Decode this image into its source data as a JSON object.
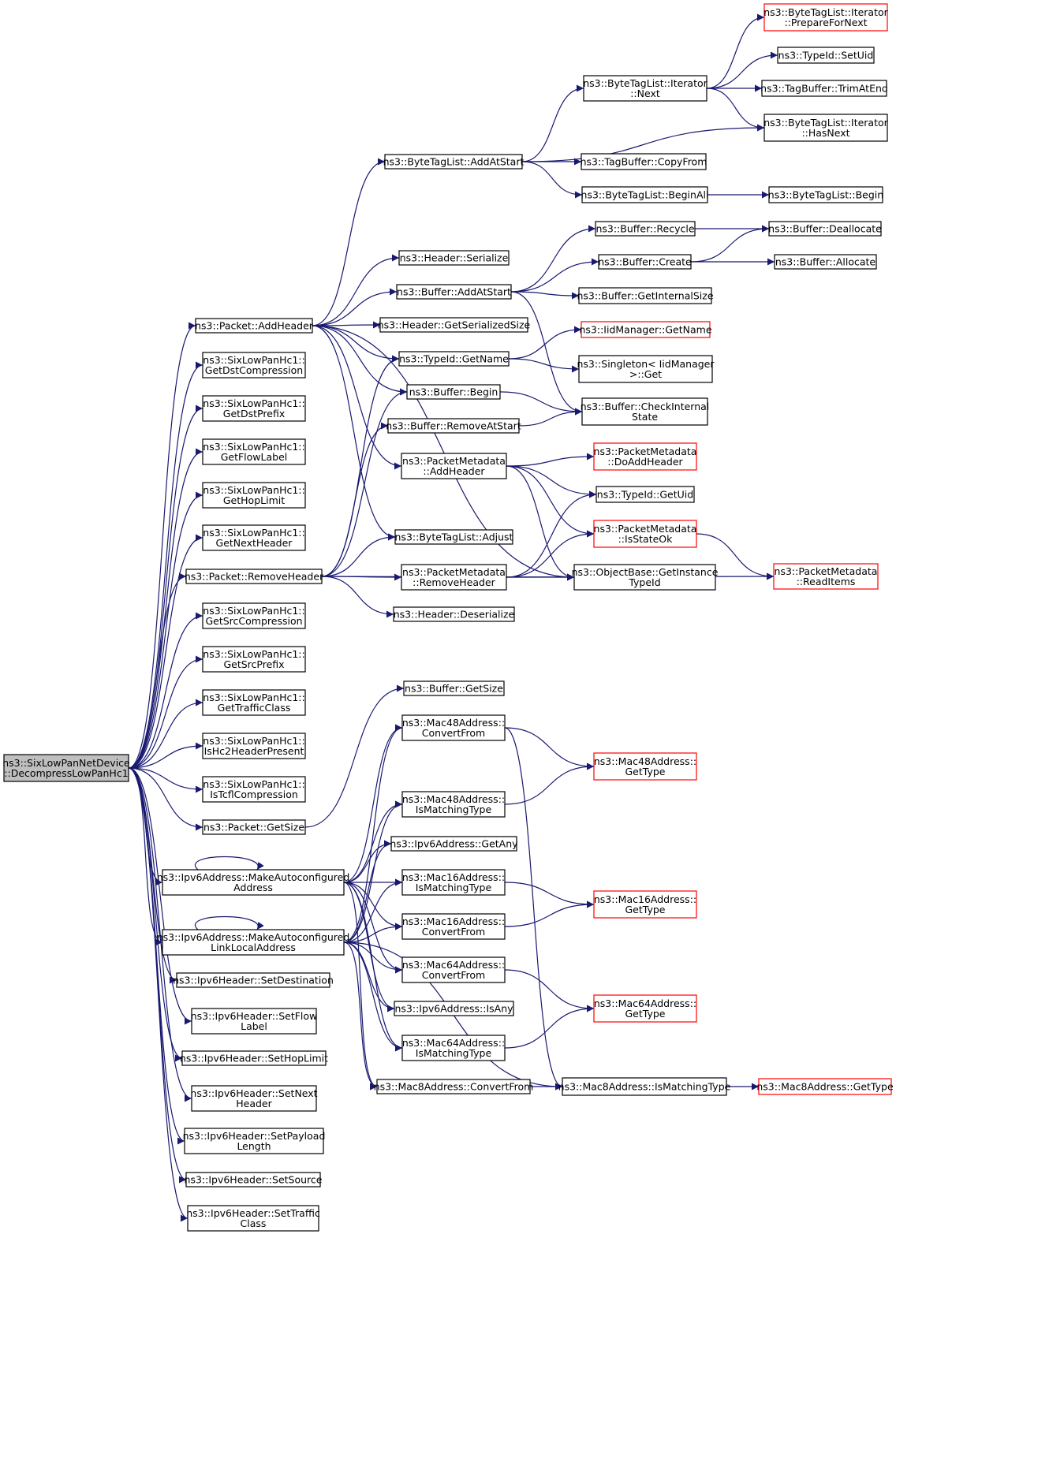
{
  "graph": {
    "nodes": [
      {
        "id": "root",
        "lines": [
          "ns3::SixLowPanNetDevice",
          "::DecompressLowPanHc1"
        ],
        "style": "gray"
      },
      {
        "id": "pkt_addheader",
        "lines": [
          "ns3::Packet::AddHeader"
        ]
      },
      {
        "id": "hc1_getdstcomp",
        "lines": [
          "ns3::SixLowPanHc1::",
          "GetDstCompression"
        ]
      },
      {
        "id": "hc1_getdstprefix",
        "lines": [
          "ns3::SixLowPanHc1::",
          "GetDstPrefix"
        ]
      },
      {
        "id": "hc1_getflowlabel",
        "lines": [
          "ns3::SixLowPanHc1::",
          "GetFlowLabel"
        ]
      },
      {
        "id": "hc1_gethoplimit",
        "lines": [
          "ns3::SixLowPanHc1::",
          "GetHopLimit"
        ]
      },
      {
        "id": "hc1_getnextheader",
        "lines": [
          "ns3::SixLowPanHc1::",
          "GetNextHeader"
        ]
      },
      {
        "id": "pkt_removeheader",
        "lines": [
          "ns3::Packet::RemoveHeader"
        ]
      },
      {
        "id": "hc1_getsrccomp",
        "lines": [
          "ns3::SixLowPanHc1::",
          "GetSrcCompression"
        ]
      },
      {
        "id": "hc1_getsrcprefix",
        "lines": [
          "ns3::SixLowPanHc1::",
          "GetSrcPrefix"
        ]
      },
      {
        "id": "hc1_gettrafficclass",
        "lines": [
          "ns3::SixLowPanHc1::",
          "GetTrafficClass"
        ]
      },
      {
        "id": "hc1_ishc2",
        "lines": [
          "ns3::SixLowPanHc1::",
          "IsHc2HeaderPresent"
        ]
      },
      {
        "id": "hc1_istcfl",
        "lines": [
          "ns3::SixLowPanHc1::",
          "IsTcflCompression"
        ]
      },
      {
        "id": "pkt_getsize",
        "lines": [
          "ns3::Packet::GetSize"
        ]
      },
      {
        "id": "ipv6_makeauto",
        "lines": [
          "ns3::Ipv6Address::MakeAutoconfigured",
          "Address"
        ]
      },
      {
        "id": "ipv6_makeautoll",
        "lines": [
          "ns3::Ipv6Address::MakeAutoconfigured",
          "LinkLocalAddress"
        ]
      },
      {
        "id": "ipv6h_setdest",
        "lines": [
          "ns3::Ipv6Header::SetDestination"
        ]
      },
      {
        "id": "ipv6h_setflow",
        "lines": [
          "ns3::Ipv6Header::SetFlow",
          "Label"
        ]
      },
      {
        "id": "ipv6h_sethop",
        "lines": [
          "ns3::Ipv6Header::SetHopLimit"
        ]
      },
      {
        "id": "ipv6h_setnext",
        "lines": [
          "ns3::Ipv6Header::SetNext",
          "Header"
        ]
      },
      {
        "id": "ipv6h_setpayload",
        "lines": [
          "ns3::Ipv6Header::SetPayload",
          "Length"
        ]
      },
      {
        "id": "ipv6h_setsource",
        "lines": [
          "ns3::Ipv6Header::SetSource"
        ]
      },
      {
        "id": "ipv6h_settraffic",
        "lines": [
          "ns3::Ipv6Header::SetTraffic",
          "Class"
        ]
      },
      {
        "id": "btl_addatstart",
        "lines": [
          "ns3::ByteTagList::AddAtStart"
        ]
      },
      {
        "id": "hdr_serialize",
        "lines": [
          "ns3::Header::Serialize"
        ]
      },
      {
        "id": "buf_addatstart",
        "lines": [
          "ns3::Buffer::AddAtStart"
        ]
      },
      {
        "id": "hdr_getsersize",
        "lines": [
          "ns3::Header::GetSerializedSize"
        ]
      },
      {
        "id": "typeid_getname",
        "lines": [
          "ns3::TypeId::GetName"
        ]
      },
      {
        "id": "buf_begin",
        "lines": [
          "ns3::Buffer::Begin"
        ]
      },
      {
        "id": "buf_removeatstart",
        "lines": [
          "ns3::Buffer::RemoveAtStart"
        ]
      },
      {
        "id": "pm_addheader",
        "lines": [
          "ns3::PacketMetadata",
          "::AddHeader"
        ]
      },
      {
        "id": "btl_adjust",
        "lines": [
          "ns3::ByteTagList::Adjust"
        ]
      },
      {
        "id": "pm_removeheader",
        "lines": [
          "ns3::PacketMetadata",
          "::RemoveHeader"
        ]
      },
      {
        "id": "hdr_deserialize",
        "lines": [
          "ns3::Header::Deserialize"
        ]
      },
      {
        "id": "buf_getsize",
        "lines": [
          "ns3::Buffer::GetSize"
        ]
      },
      {
        "id": "mac48_convert",
        "lines": [
          "ns3::Mac48Address::",
          "ConvertFrom"
        ]
      },
      {
        "id": "mac48_ismatch",
        "lines": [
          "ns3::Mac48Address::",
          "IsMatchingType"
        ]
      },
      {
        "id": "ipv6_getany",
        "lines": [
          "ns3::Ipv6Address::GetAny"
        ]
      },
      {
        "id": "mac16_ismatch",
        "lines": [
          "ns3::Mac16Address::",
          "IsMatchingType"
        ]
      },
      {
        "id": "mac16_convert",
        "lines": [
          "ns3::Mac16Address::",
          "ConvertFrom"
        ]
      },
      {
        "id": "mac64_convert",
        "lines": [
          "ns3::Mac64Address::",
          "ConvertFrom"
        ]
      },
      {
        "id": "ipv6_isany",
        "lines": [
          "ns3::Ipv6Address::IsAny"
        ]
      },
      {
        "id": "mac64_ismatch",
        "lines": [
          "ns3::Mac64Address::",
          "IsMatchingType"
        ]
      },
      {
        "id": "mac8_convert",
        "lines": [
          "ns3::Mac8Address::ConvertFrom"
        ]
      },
      {
        "id": "btli_next",
        "lines": [
          "ns3::ByteTagList::Iterator",
          "::Next"
        ]
      },
      {
        "id": "tagbuf_copyfrom",
        "lines": [
          "ns3::TagBuffer::CopyFrom"
        ]
      },
      {
        "id": "btl_beginall",
        "lines": [
          "ns3::ByteTagList::BeginAll"
        ]
      },
      {
        "id": "buf_recycle",
        "lines": [
          "ns3::Buffer::Recycle"
        ]
      },
      {
        "id": "buf_create",
        "lines": [
          "ns3::Buffer::Create"
        ]
      },
      {
        "id": "buf_getinternalsize",
        "lines": [
          "ns3::Buffer::GetInternalSize"
        ]
      },
      {
        "id": "iidm_getname",
        "lines": [
          "ns3::IidManager::GetName"
        ],
        "style": "red"
      },
      {
        "id": "singleton_get",
        "lines": [
          "ns3::Singleton< IidManager",
          ">::Get"
        ]
      },
      {
        "id": "buf_checkinternal",
        "lines": [
          "ns3::Buffer::CheckInternal",
          "State"
        ]
      },
      {
        "id": "pm_doaddheader",
        "lines": [
          "ns3::PacketMetadata",
          "::DoAddHeader"
        ],
        "style": "red"
      },
      {
        "id": "typeid_getuid",
        "lines": [
          "ns3::TypeId::GetUid"
        ]
      },
      {
        "id": "pm_isstateok",
        "lines": [
          "ns3::PacketMetadata",
          "::IsStateOk"
        ],
        "style": "red"
      },
      {
        "id": "objbase_getinst",
        "lines": [
          "ns3::ObjectBase::GetInstance",
          "TypeId"
        ]
      },
      {
        "id": "mac48_gettype",
        "lines": [
          "ns3::Mac48Address::",
          "GetType"
        ],
        "style": "red"
      },
      {
        "id": "mac16_gettype",
        "lines": [
          "ns3::Mac16Address::",
          "GetType"
        ],
        "style": "red"
      },
      {
        "id": "mac64_gettype",
        "lines": [
          "ns3::Mac64Address::",
          "GetType"
        ],
        "style": "red"
      },
      {
        "id": "mac8_ismatch",
        "lines": [
          "ns3::Mac8Address::IsMatchingType"
        ]
      },
      {
        "id": "btli_prepare",
        "lines": [
          "ns3::ByteTagList::Iterator",
          "::PrepareForNext"
        ],
        "style": "red"
      },
      {
        "id": "typeid_setuid",
        "lines": [
          "ns3::TypeId::SetUid"
        ]
      },
      {
        "id": "tagbuf_trim",
        "lines": [
          "ns3::TagBuffer::TrimAtEnd"
        ]
      },
      {
        "id": "btli_hasnext",
        "lines": [
          "ns3::ByteTagList::Iterator",
          "::HasNext"
        ]
      },
      {
        "id": "btl_begin",
        "lines": [
          "ns3::ByteTagList::Begin"
        ]
      },
      {
        "id": "buf_deallocate",
        "lines": [
          "ns3::Buffer::Deallocate"
        ]
      },
      {
        "id": "buf_allocate",
        "lines": [
          "ns3::Buffer::Allocate"
        ]
      },
      {
        "id": "pm_readitems",
        "lines": [
          "ns3::PacketMetadata",
          "::ReadItems"
        ],
        "style": "red"
      },
      {
        "id": "mac8_gettype",
        "lines": [
          "ns3::Mac8Address::GetType"
        ],
        "style": "red"
      }
    ],
    "edges": [
      [
        "root",
        "pkt_addheader"
      ],
      [
        "root",
        "hc1_getdstcomp"
      ],
      [
        "root",
        "hc1_getdstprefix"
      ],
      [
        "root",
        "hc1_getflowlabel"
      ],
      [
        "root",
        "hc1_gethoplimit"
      ],
      [
        "root",
        "hc1_getnextheader"
      ],
      [
        "root",
        "pkt_removeheader"
      ],
      [
        "root",
        "hc1_getsrccomp"
      ],
      [
        "root",
        "hc1_getsrcprefix"
      ],
      [
        "root",
        "hc1_gettrafficclass"
      ],
      [
        "root",
        "hc1_ishc2"
      ],
      [
        "root",
        "hc1_istcfl"
      ],
      [
        "root",
        "pkt_getsize"
      ],
      [
        "root",
        "ipv6_makeauto"
      ],
      [
        "root",
        "ipv6_makeautoll"
      ],
      [
        "root",
        "ipv6h_setdest"
      ],
      [
        "root",
        "ipv6h_setflow"
      ],
      [
        "root",
        "ipv6h_sethop"
      ],
      [
        "root",
        "ipv6h_setnext"
      ],
      [
        "root",
        "ipv6h_setpayload"
      ],
      [
        "root",
        "ipv6h_setsource"
      ],
      [
        "root",
        "ipv6h_settraffic"
      ],
      [
        "pkt_addheader",
        "btl_addatstart"
      ],
      [
        "pkt_addheader",
        "hdr_serialize"
      ],
      [
        "pkt_addheader",
        "buf_addatstart"
      ],
      [
        "pkt_addheader",
        "hdr_getsersize"
      ],
      [
        "pkt_addheader",
        "typeid_getname"
      ],
      [
        "pkt_addheader",
        "buf_begin"
      ],
      [
        "pkt_addheader",
        "pm_addheader"
      ],
      [
        "pkt_addheader",
        "btl_adjust"
      ],
      [
        "pkt_addheader",
        "objbase_getinst"
      ],
      [
        "pkt_removeheader",
        "typeid_getname"
      ],
      [
        "pkt_removeheader",
        "buf_begin"
      ],
      [
        "pkt_removeheader",
        "buf_removeatstart"
      ],
      [
        "pkt_removeheader",
        "btl_adjust"
      ],
      [
        "pkt_removeheader",
        "pm_removeheader"
      ],
      [
        "pkt_removeheader",
        "hdr_deserialize"
      ],
      [
        "pkt_removeheader",
        "objbase_getinst"
      ],
      [
        "pkt_getsize",
        "buf_getsize"
      ],
      [
        "ipv6_makeauto",
        "ipv6_makeauto"
      ],
      [
        "ipv6_makeauto",
        "mac48_convert"
      ],
      [
        "ipv6_makeauto",
        "mac48_ismatch"
      ],
      [
        "ipv6_makeauto",
        "ipv6_getany"
      ],
      [
        "ipv6_makeauto",
        "mac16_ismatch"
      ],
      [
        "ipv6_makeauto",
        "mac16_convert"
      ],
      [
        "ipv6_makeauto",
        "mac64_convert"
      ],
      [
        "ipv6_makeauto",
        "ipv6_isany"
      ],
      [
        "ipv6_makeauto",
        "mac64_ismatch"
      ],
      [
        "ipv6_makeauto",
        "mac8_convert"
      ],
      [
        "ipv6_makeautoll",
        "ipv6_makeautoll"
      ],
      [
        "ipv6_makeautoll",
        "mac48_convert"
      ],
      [
        "ipv6_makeautoll",
        "mac48_ismatch"
      ],
      [
        "ipv6_makeautoll",
        "ipv6_getany"
      ],
      [
        "ipv6_makeautoll",
        "mac16_ismatch"
      ],
      [
        "ipv6_makeautoll",
        "mac16_convert"
      ],
      [
        "ipv6_makeautoll",
        "mac64_convert"
      ],
      [
        "ipv6_makeautoll",
        "ipv6_isany"
      ],
      [
        "ipv6_makeautoll",
        "mac64_ismatch"
      ],
      [
        "ipv6_makeautoll",
        "mac8_convert"
      ],
      [
        "ipv6_makeautoll",
        "mac8_ismatch"
      ],
      [
        "btl_addatstart",
        "btli_next"
      ],
      [
        "btl_addatstart",
        "btli_hasnext"
      ],
      [
        "btl_addatstart",
        "tagbuf_copyfrom"
      ],
      [
        "btl_addatstart",
        "btl_beginall"
      ],
      [
        "btli_next",
        "btli_prepare"
      ],
      [
        "btli_next",
        "typeid_setuid"
      ],
      [
        "btli_next",
        "tagbuf_trim"
      ],
      [
        "btli_next",
        "btli_hasnext"
      ],
      [
        "btl_beginall",
        "btl_begin"
      ],
      [
        "buf_addatstart",
        "buf_recycle"
      ],
      [
        "buf_addatstart",
        "buf_create"
      ],
      [
        "buf_addatstart",
        "buf_getinternalsize"
      ],
      [
        "buf_addatstart",
        "buf_checkinternal"
      ],
      [
        "buf_recycle",
        "buf_deallocate"
      ],
      [
        "buf_create",
        "buf_deallocate"
      ],
      [
        "buf_create",
        "buf_allocate"
      ],
      [
        "typeid_getname",
        "iidm_getname"
      ],
      [
        "typeid_getname",
        "singleton_get"
      ],
      [
        "buf_begin",
        "buf_checkinternal"
      ],
      [
        "buf_removeatstart",
        "buf_checkinternal"
      ],
      [
        "pm_addheader",
        "pm_doaddheader"
      ],
      [
        "pm_addheader",
        "typeid_getuid"
      ],
      [
        "pm_addheader",
        "pm_isstateok"
      ],
      [
        "pm_addheader",
        "objbase_getinst"
      ],
      [
        "pm_removeheader",
        "typeid_getuid"
      ],
      [
        "pm_removeheader",
        "pm_isstateok"
      ],
      [
        "pm_removeheader",
        "objbase_getinst"
      ],
      [
        "pm_removeheader",
        "pm_readitems"
      ],
      [
        "pm_isstateok",
        "pm_readitems"
      ],
      [
        "mac48_convert",
        "mac48_gettype"
      ],
      [
        "mac48_convert",
        "mac8_ismatch"
      ],
      [
        "mac48_ismatch",
        "mac48_gettype"
      ],
      [
        "mac16_ismatch",
        "mac16_gettype"
      ],
      [
        "mac16_convert",
        "mac16_gettype"
      ],
      [
        "mac64_convert",
        "mac64_gettype"
      ],
      [
        "mac64_ismatch",
        "mac64_gettype"
      ],
      [
        "mac8_convert",
        "mac8_ismatch"
      ],
      [
        "mac8_ismatch",
        "mac8_gettype"
      ]
    ]
  },
  "colors": {
    "edge": "#191970",
    "node_border": "#000000",
    "highlight_border": "#ff0000",
    "root_fill": "#bfbfbf",
    "node_fill": "#ffffff"
  }
}
